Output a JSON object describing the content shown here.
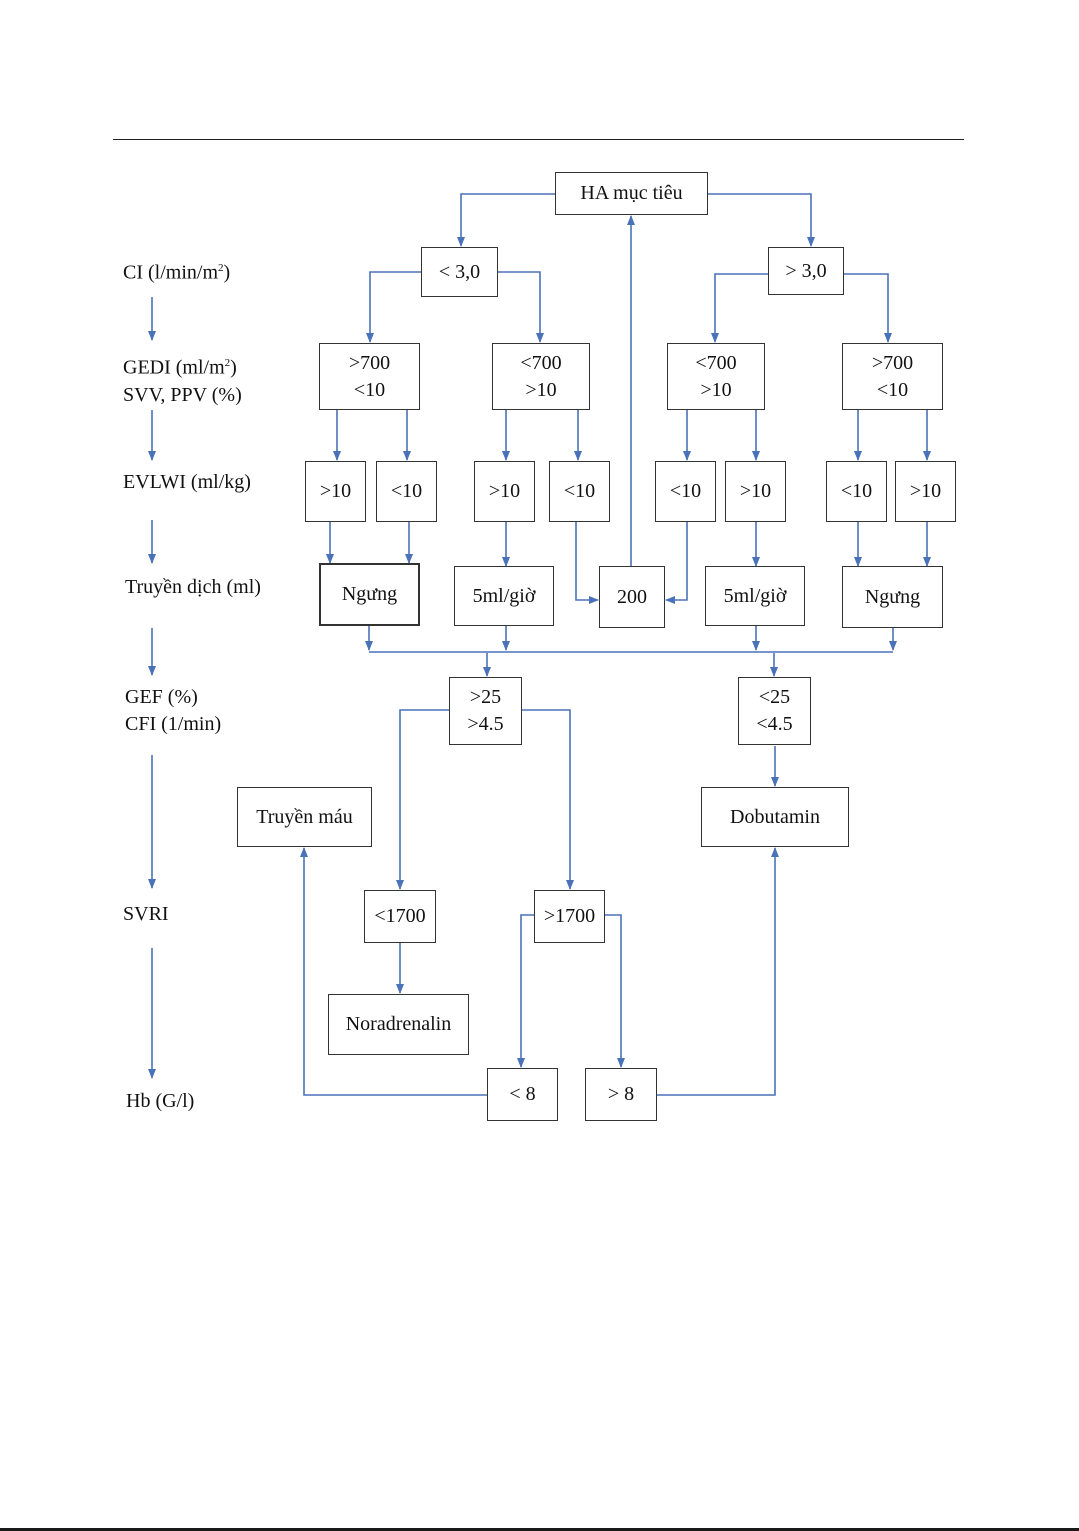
{
  "colors": {
    "arrow": "#4a72b8",
    "box_border": "#333333",
    "text": "#111111"
  },
  "row_labels": {
    "ci": {
      "text": "CI (l/min/m",
      "sup": "2",
      "tail": ")"
    },
    "gedi": {
      "line1_text": "GEDI (ml/m",
      "line1_sup": "2",
      "line1_tail": ")",
      "line2": "SVV, PPV (%)"
    },
    "evlwi": "EVLWI (ml/kg)",
    "truyen_dich": "Truyền dịch (ml)",
    "gef": {
      "line1": "GEF (%)",
      "line2": "CFI (1/min)"
    },
    "svri": "SVRI",
    "hb": "Hb (G/l)"
  },
  "nodes": {
    "ha_muc_tieu": "HA mục tiêu",
    "ci_low": "< 3,0",
    "ci_high": "> 3,0",
    "gedi_1": [
      ">700",
      "<10"
    ],
    "gedi_2": [
      "<700",
      ">10"
    ],
    "gedi_3": [
      "<700",
      ">10"
    ],
    "gedi_4": [
      ">700",
      "<10"
    ],
    "evlwi_1": ">10",
    "evlwi_2": "<10",
    "evlwi_3": ">10",
    "evlwi_4": "<10",
    "evlwi_5": "<10",
    "evlwi_6": ">10",
    "evlwi_7": "<10",
    "evlwi_8": ">10",
    "fluid_ngung_left": "Ngưng",
    "fluid_5ml_left": "5ml/giờ",
    "fluid_200": "200",
    "fluid_5ml_right": "5ml/giờ",
    "fluid_ngung_right": "Ngưng",
    "gef_high": [
      ">25",
      ">4.5"
    ],
    "gef_low": [
      "<25",
      "<4.5"
    ],
    "truyen_mau": "Truyền máu",
    "dobutamin": "Dobutamin",
    "svri_low": "<1700",
    "svri_high": ">1700",
    "noradrenalin": "Noradrenalin",
    "hb_low": "< 8",
    "hb_high": "> 8"
  }
}
